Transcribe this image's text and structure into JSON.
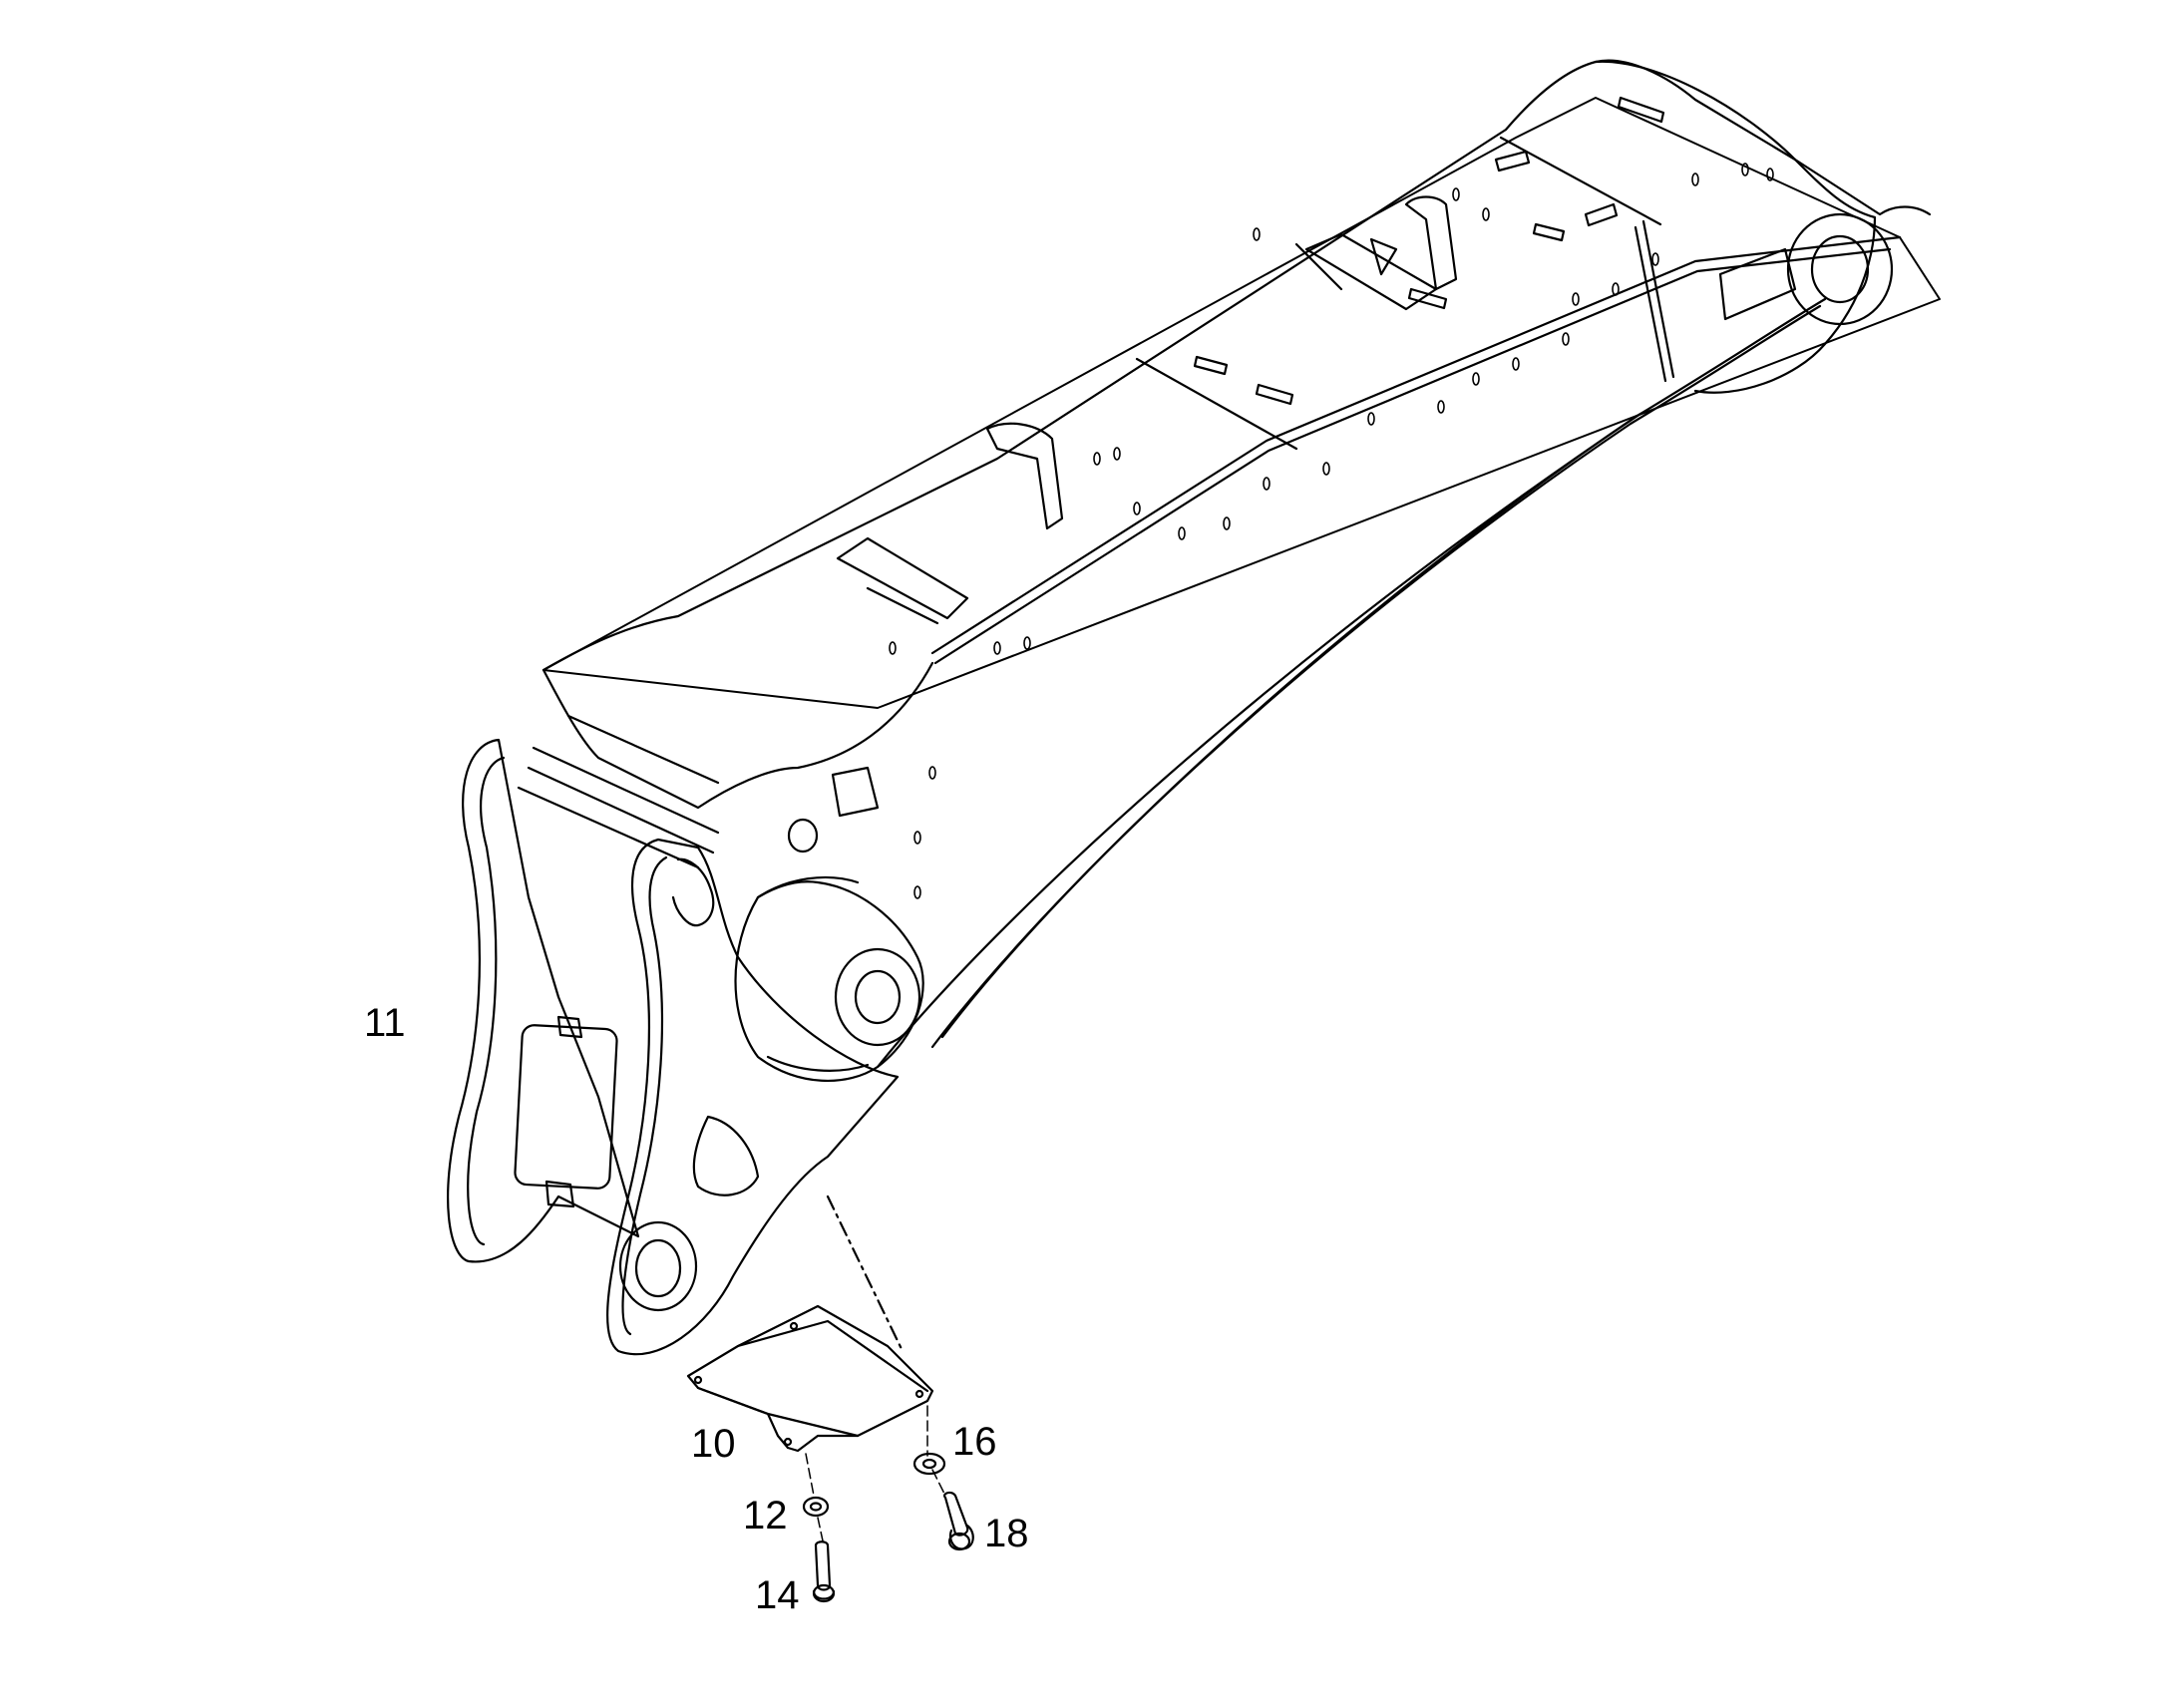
{
  "colors": {
    "line": "#000000",
    "background": "#ffffff"
  },
  "callouts": {
    "c11": "11",
    "c10": "10",
    "c16": "16",
    "c12": "12",
    "c18": "18",
    "c14": "14"
  }
}
